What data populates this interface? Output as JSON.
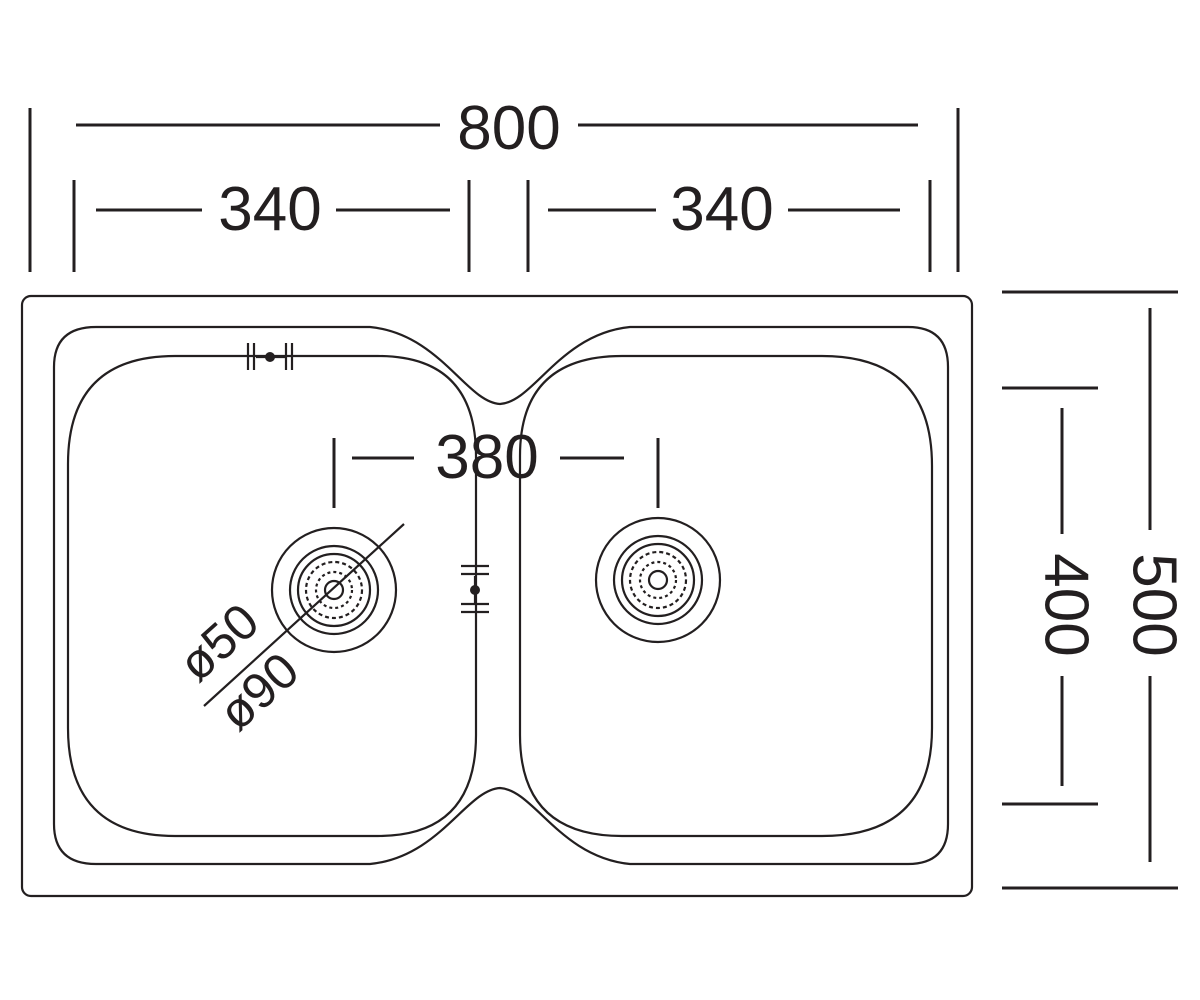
{
  "dimensions": {
    "total_width": "800",
    "bowl_left_width": "340",
    "bowl_right_width": "340",
    "drain_spacing": "380",
    "bowl_depth": "400",
    "total_depth": "500",
    "drain_inner": "ø50",
    "drain_outer": "ø90"
  }
}
